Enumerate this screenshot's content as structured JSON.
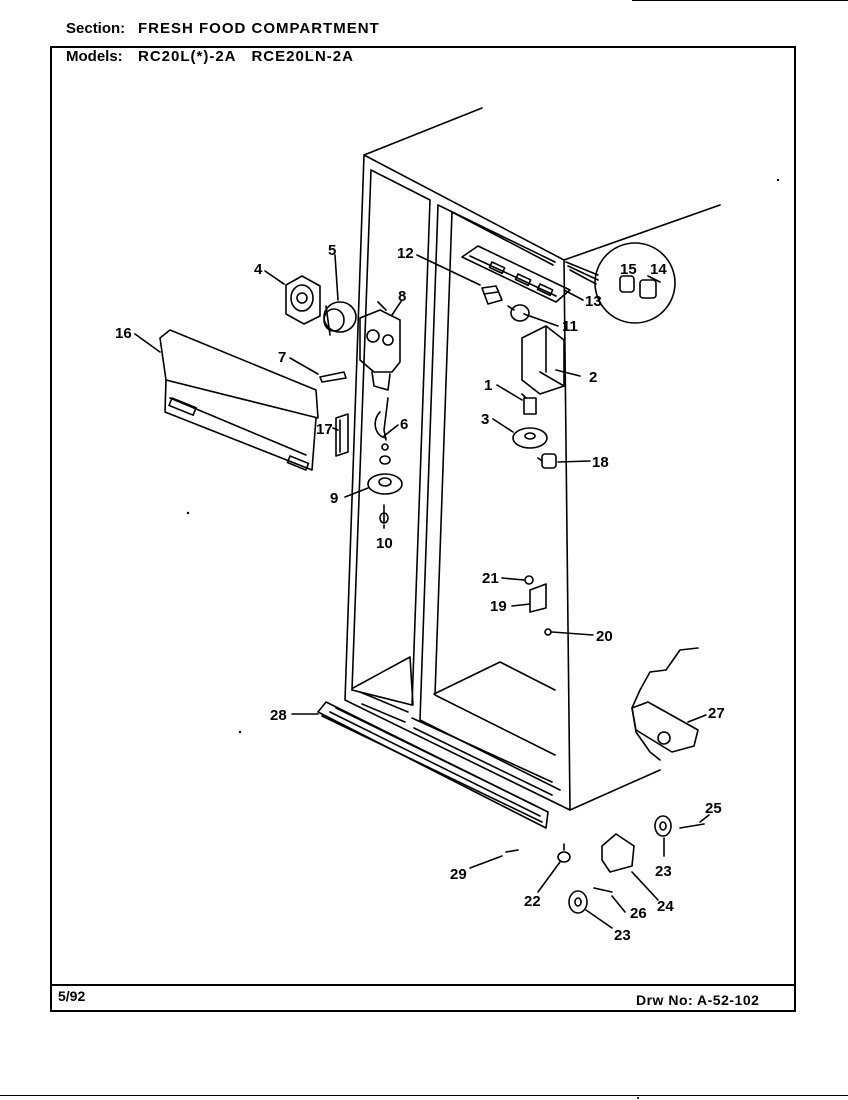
{
  "header": {
    "section_label": "Section:",
    "section_value": "FRESH FOOD COMPARTMENT",
    "models_label": "Models:",
    "models_value": "RC20L(*)-2A   RCE20LN-2A"
  },
  "footer": {
    "date": "5/92",
    "drawing_number": "Drw No: A-52-102"
  },
  "callouts": [
    "1",
    "2",
    "3",
    "4",
    "5",
    "6",
    "7",
    "8",
    "9",
    "10",
    "11",
    "12",
    "13",
    "14",
    "15",
    "16",
    "17",
    "18",
    "19",
    "20",
    "21",
    "22",
    "23",
    "23",
    "24",
    "25",
    "26",
    "27",
    "28",
    "29"
  ]
}
